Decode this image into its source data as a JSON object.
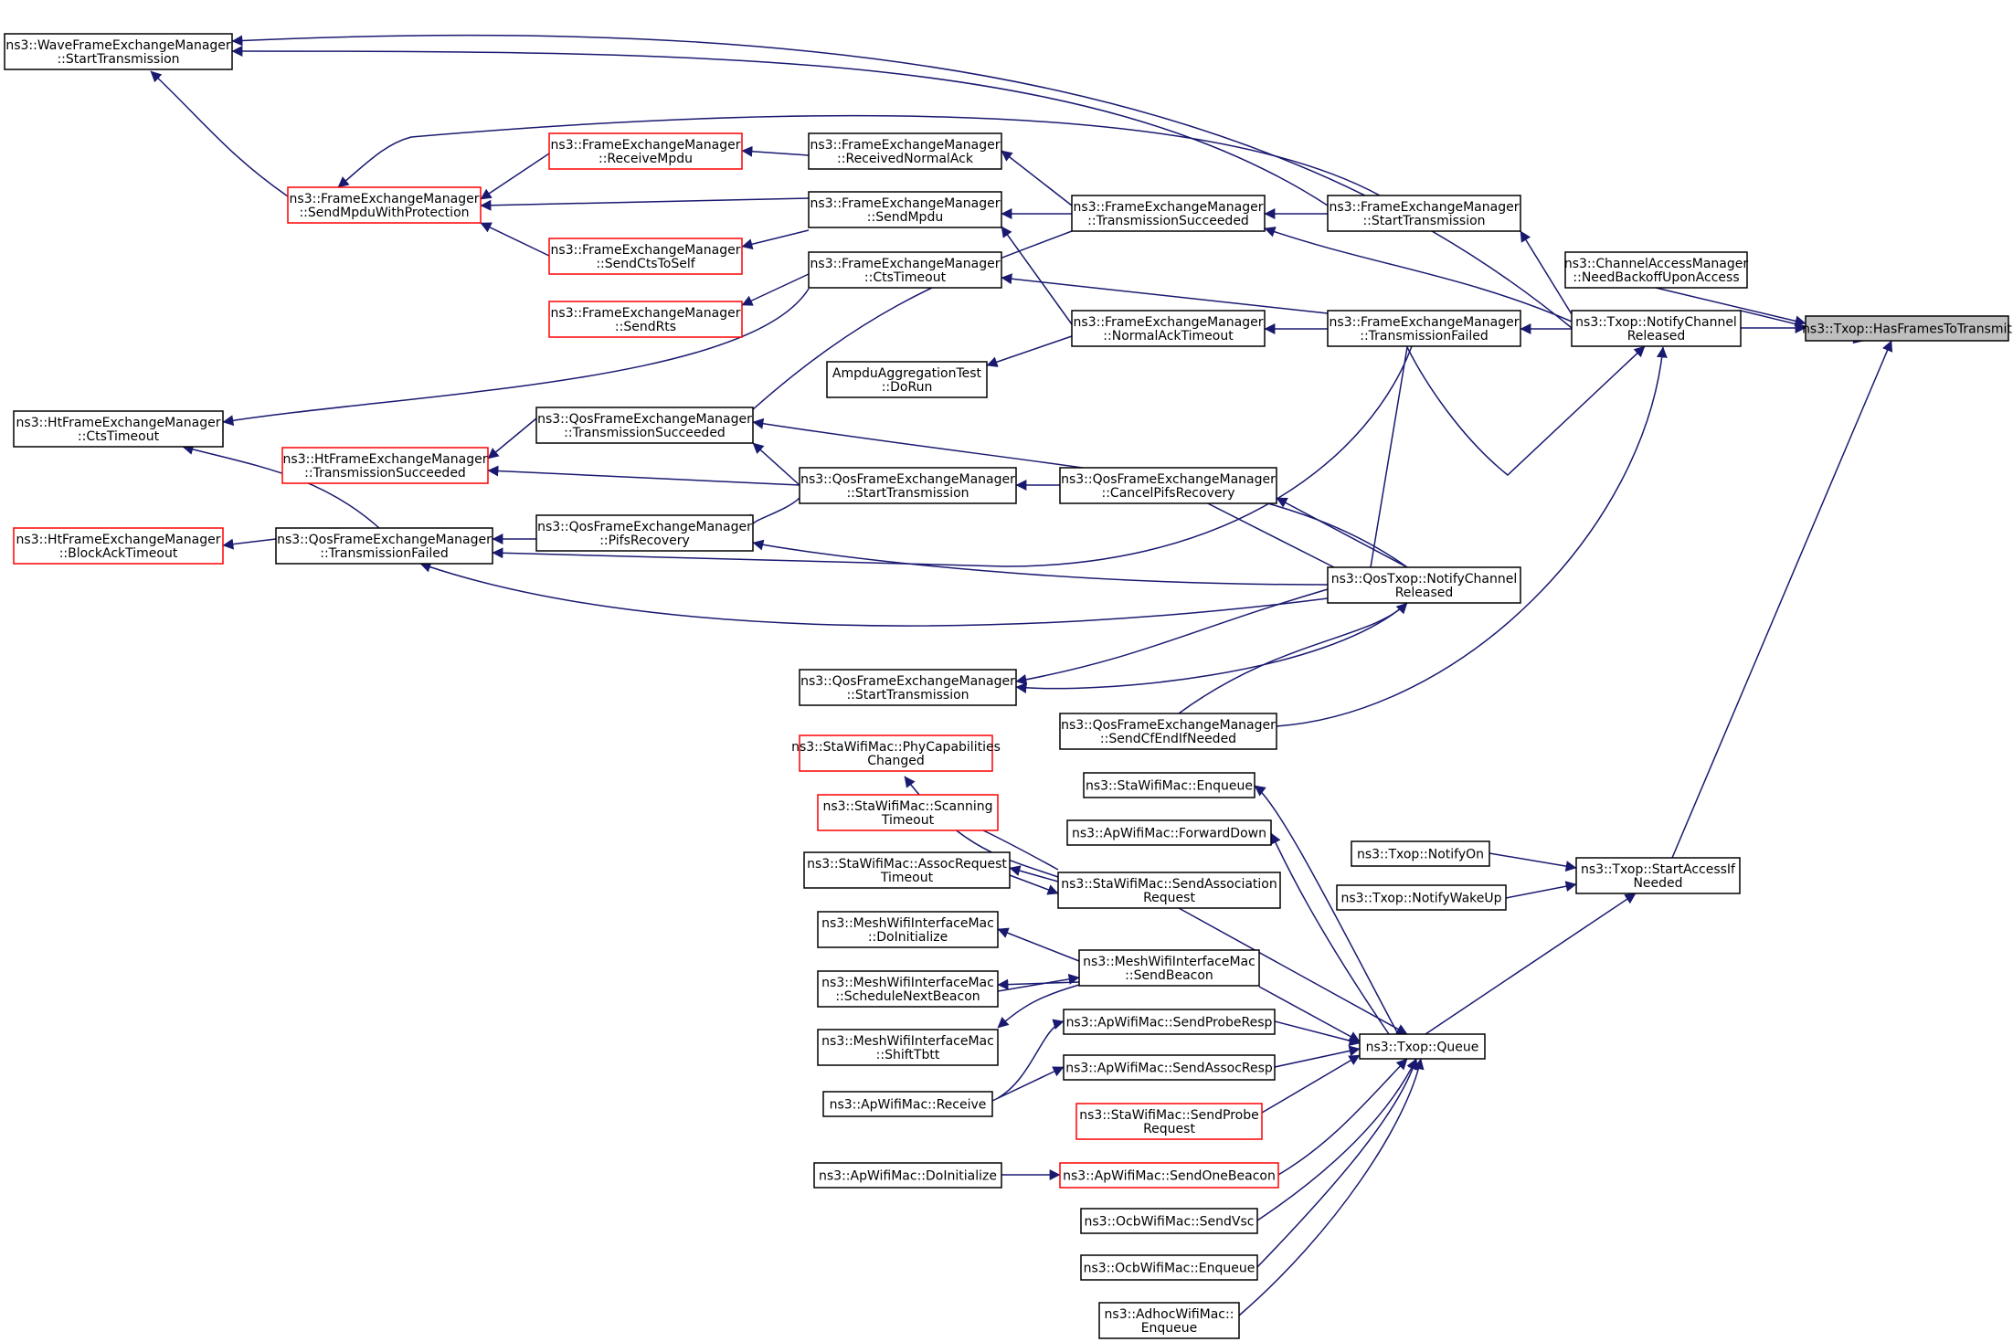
{
  "colors": {
    "edge": "#191970",
    "node_border": "#000000",
    "node_border_truncated": "#ff0000",
    "node_fill": "#ffffff",
    "node_fill_current": "#bfbfbf"
  },
  "nodes": [
    {
      "id": "n_wave_st",
      "lines": [
        "ns3::WaveFrameExchangeManager",
        "::StartTransmission"
      ],
      "style": "normal"
    },
    {
      "id": "n_fem_smpduprot",
      "lines": [
        "ns3::FrameExchangeManager",
        "::SendMpduWithProtection"
      ],
      "style": "truncated"
    },
    {
      "id": "n_fem_rmpdu",
      "lines": [
        "ns3::FrameExchangeManager",
        "::ReceiveMpdu"
      ],
      "style": "truncated"
    },
    {
      "id": "n_fem_rnack",
      "lines": [
        "ns3::FrameExchangeManager",
        "::ReceivedNormalAck"
      ],
      "style": "normal"
    },
    {
      "id": "n_fem_smpdu",
      "lines": [
        "ns3::FrameExchangeManager",
        "::SendMpdu"
      ],
      "style": "normal"
    },
    {
      "id": "n_fem_scts",
      "lines": [
        "ns3::FrameExchangeManager",
        "::SendCtsToSelf"
      ],
      "style": "truncated"
    },
    {
      "id": "n_fem_ctsto",
      "lines": [
        "ns3::FrameExchangeManager",
        "::CtsTimeout"
      ],
      "style": "normal"
    },
    {
      "id": "n_fem_srts",
      "lines": [
        "ns3::FrameExchangeManager",
        "::SendRts"
      ],
      "style": "truncated"
    },
    {
      "id": "n_fem_tsucc",
      "lines": [
        "ns3::FrameExchangeManager",
        "::TransmissionSucceeded"
      ],
      "style": "normal"
    },
    {
      "id": "n_fem_st",
      "lines": [
        "ns3::FrameExchangeManager",
        "::StartTransmission"
      ],
      "style": "normal"
    },
    {
      "id": "n_fem_nackto",
      "lines": [
        "ns3::FrameExchangeManager",
        "::NormalAckTimeout"
      ],
      "style": "normal"
    },
    {
      "id": "n_fem_tfail",
      "lines": [
        "ns3::FrameExchangeManager",
        "::TransmissionFailed"
      ],
      "style": "normal"
    },
    {
      "id": "n_ampdu_dorun",
      "lines": [
        "AmpduAggregationTest",
        "::DoRun"
      ],
      "style": "normal"
    },
    {
      "id": "n_ht_ctsto",
      "lines": [
        "ns3::HtFrameExchangeManager",
        "::CtsTimeout"
      ],
      "style": "normal"
    },
    {
      "id": "n_qos_tsucc",
      "lines": [
        "ns3::QosFrameExchangeManager",
        "::TransmissionSucceeded"
      ],
      "style": "normal"
    },
    {
      "id": "n_ht_tsucc",
      "lines": [
        "ns3::HtFrameExchangeManager",
        "::TransmissionSucceeded"
      ],
      "style": "truncated"
    },
    {
      "id": "n_qos_st1",
      "lines": [
        "ns3::QosFrameExchangeManager",
        "::StartTransmission"
      ],
      "style": "normal"
    },
    {
      "id": "n_qos_cancel",
      "lines": [
        "ns3::QosFrameExchangeManager",
        "::CancelPifsRecovery"
      ],
      "style": "normal"
    },
    {
      "id": "n_ht_bato",
      "lines": [
        "ns3::HtFrameExchangeManager",
        "::BlockAckTimeout"
      ],
      "style": "truncated"
    },
    {
      "id": "n_qos_tfail",
      "lines": [
        "ns3::QosFrameExchangeManager",
        "::TransmissionFailed"
      ],
      "style": "normal"
    },
    {
      "id": "n_qos_pifs",
      "lines": [
        "ns3::QosFrameExchangeManager",
        "::PifsRecovery"
      ],
      "style": "normal"
    },
    {
      "id": "n_qostxop_ncr",
      "lines": [
        "ns3::QosTxop::NotifyChannel",
        "Released"
      ],
      "style": "normal"
    },
    {
      "id": "n_qos_st2",
      "lines": [
        "ns3::QosFrameExchangeManager",
        "::StartTransmission"
      ],
      "style": "normal"
    },
    {
      "id": "n_qos_scfend",
      "lines": [
        "ns3::QosFrameExchangeManager",
        "::SendCfEndIfNeeded"
      ],
      "style": "normal"
    },
    {
      "id": "n_txop_ncr",
      "lines": [
        "ns3::Txop::NotifyChannel",
        "Released"
      ],
      "style": "normal"
    },
    {
      "id": "n_cam_nbua",
      "lines": [
        "ns3::ChannelAccessManager",
        "::NeedBackoffUponAccess"
      ],
      "style": "normal"
    },
    {
      "id": "n_txop_hftt",
      "lines": [
        "ns3::Txop::HasFramesToTransmit"
      ],
      "style": "current"
    },
    {
      "id": "n_sta_phycap",
      "lines": [
        "ns3::StaWifiMac::PhyCapabilities",
        "Changed"
      ],
      "style": "truncated"
    },
    {
      "id": "n_sta_scanto",
      "lines": [
        "ns3::StaWifiMac::Scanning",
        "Timeout"
      ],
      "style": "truncated"
    },
    {
      "id": "n_sta_assocto",
      "lines": [
        "ns3::StaWifiMac::AssocRequest",
        "Timeout"
      ],
      "style": "normal"
    },
    {
      "id": "n_sta_sendassoc",
      "lines": [
        "ns3::StaWifiMac::SendAssociation",
        "Request"
      ],
      "style": "normal"
    },
    {
      "id": "n_sta_enqueue",
      "lines": [
        "ns3::StaWifiMac::Enqueue"
      ],
      "style": "normal"
    },
    {
      "id": "n_ap_fwd",
      "lines": [
        "ns3::ApWifiMac::ForwardDown"
      ],
      "style": "normal"
    },
    {
      "id": "n_mesh_doinit",
      "lines": [
        "ns3::MeshWifiInterfaceMac",
        "::DoInitialize"
      ],
      "style": "normal"
    },
    {
      "id": "n_mesh_snb",
      "lines": [
        "ns3::MeshWifiInterfaceMac",
        "::ScheduleNextBeacon"
      ],
      "style": "normal"
    },
    {
      "id": "n_mesh_sendbeacon",
      "lines": [
        "ns3::MeshWifiInterfaceMac",
        "::SendBeacon"
      ],
      "style": "normal"
    },
    {
      "id": "n_mesh_shift",
      "lines": [
        "ns3::MeshWifiInterfaceMac",
        "::ShiftTbtt"
      ],
      "style": "normal"
    },
    {
      "id": "n_ap_receive",
      "lines": [
        "ns3::ApWifiMac::Receive"
      ],
      "style": "normal"
    },
    {
      "id": "n_ap_sprobe",
      "lines": [
        "ns3::ApWifiMac::SendProbeResp"
      ],
      "style": "normal"
    },
    {
      "id": "n_ap_sassoc",
      "lines": [
        "ns3::ApWifiMac::SendAssocResp"
      ],
      "style": "normal"
    },
    {
      "id": "n_sta_sprobe",
      "lines": [
        "ns3::StaWifiMac::SendProbe",
        "Request"
      ],
      "style": "truncated"
    },
    {
      "id": "n_ap_doinit",
      "lines": [
        "ns3::ApWifiMac::DoInitialize"
      ],
      "style": "normal"
    },
    {
      "id": "n_ap_sonebeacon",
      "lines": [
        "ns3::ApWifiMac::SendOneBeacon"
      ],
      "style": "truncated"
    },
    {
      "id": "n_ocb_svsc",
      "lines": [
        "ns3::OcbWifiMac::SendVsc"
      ],
      "style": "normal"
    },
    {
      "id": "n_ocb_enqueue",
      "lines": [
        "ns3::OcbWifiMac::Enqueue"
      ],
      "style": "normal"
    },
    {
      "id": "n_adhoc_enqueue",
      "lines": [
        "ns3::AdhocWifiMac::",
        "Enqueue"
      ],
      "style": "normal"
    },
    {
      "id": "n_txop_queue",
      "lines": [
        "ns3::Txop::Queue"
      ],
      "style": "normal"
    },
    {
      "id": "n_txop_non",
      "lines": [
        "ns3::Txop::NotifyOn"
      ],
      "style": "normal"
    },
    {
      "id": "n_txop_nwu",
      "lines": [
        "ns3::Txop::NotifyWakeUp"
      ],
      "style": "normal"
    },
    {
      "id": "n_txop_sain",
      "lines": [
        "ns3::Txop::StartAccessIf",
        "Needed"
      ],
      "style": "normal"
    }
  ]
}
